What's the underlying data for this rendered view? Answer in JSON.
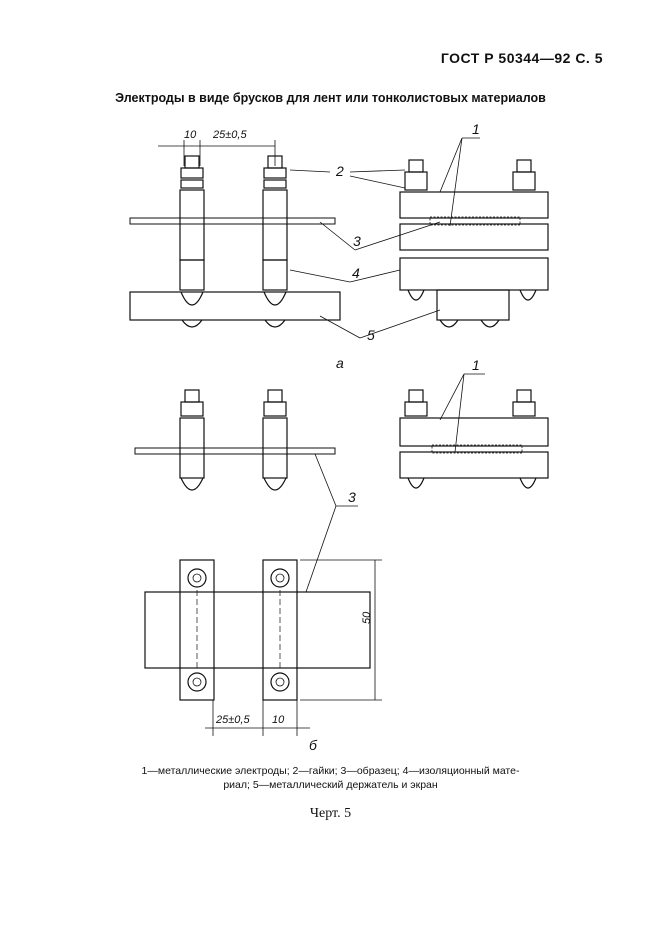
{
  "header": {
    "standard": "ГОСТ Р 50344—92",
    "page": "С. 5"
  },
  "figure": {
    "title": "Электроды в виде брусков для лент или тонколистовых материалов",
    "dimensions": {
      "electrode_width": "10",
      "spacing": "25±0,5",
      "height": "50"
    },
    "callouts": [
      "1",
      "2",
      "3",
      "4",
      "5"
    ],
    "subfigures": [
      "а",
      "б"
    ],
    "legend_line_1": "1—металлические электроды; 2—гайки; 3—образец; 4—изоляционный мате-",
    "legend_line_2": "риал; 5—металлический держатель и экран",
    "caption": "Черт. 5"
  }
}
